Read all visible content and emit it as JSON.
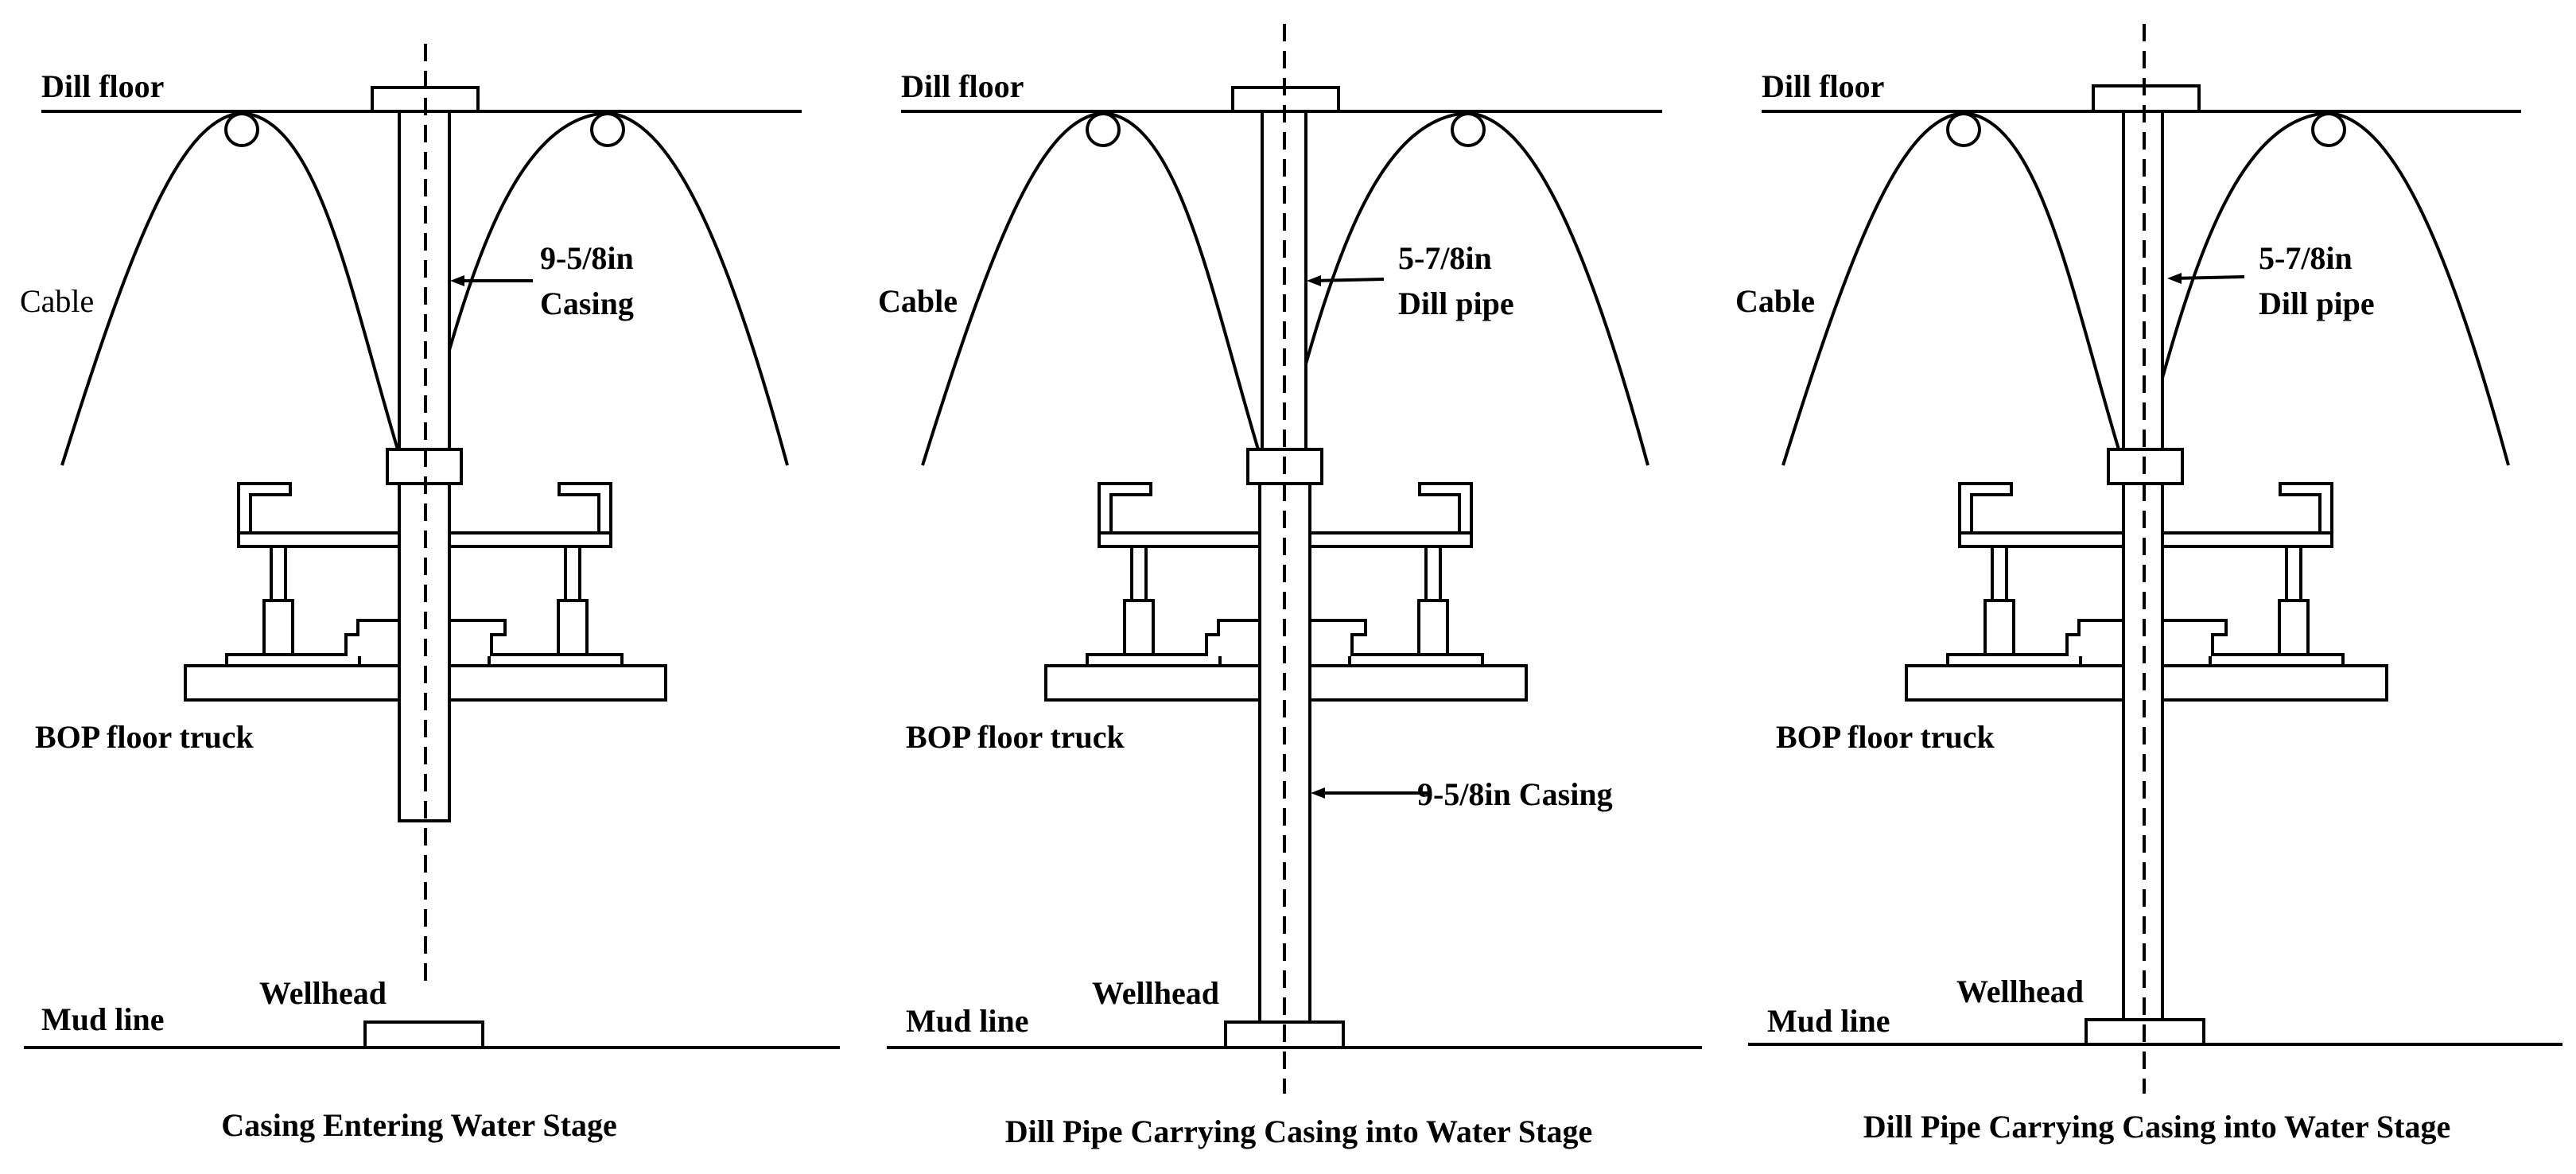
{
  "panels": [
    {
      "drill_floor_label": "Dill floor",
      "cable_label": "Cable",
      "cable_bold": false,
      "pipe_label_line1": "9-5/8in",
      "pipe_label_line2": "Casing",
      "bop_label": "BOP floor truck",
      "lower_casing_label": "",
      "wellhead_label": "Wellhead",
      "mud_line_label": "Mud line",
      "caption": "Casing Entering Water Stage"
    },
    {
      "drill_floor_label": "Dill floor",
      "cable_label": "Cable",
      "cable_bold": true,
      "pipe_label_line1": "5-7/8in",
      "pipe_label_line2": "Dill pipe",
      "bop_label": "BOP floor truck",
      "lower_casing_label": "9-5/8in Casing",
      "wellhead_label": "Wellhead",
      "mud_line_label": "Mud line",
      "caption": "Dill Pipe Carrying Casing into Water Stage"
    },
    {
      "drill_floor_label": "Dill floor",
      "cable_label": "Cable",
      "cable_bold": true,
      "pipe_label_line1": "5-7/8in",
      "pipe_label_line2": "Dill pipe",
      "bop_label": "BOP floor truck",
      "lower_casing_label": "",
      "wellhead_label": "Wellhead",
      "mud_line_label": "Mud line",
      "caption": "Dill Pipe Carrying Casing into Water Stage"
    }
  ]
}
